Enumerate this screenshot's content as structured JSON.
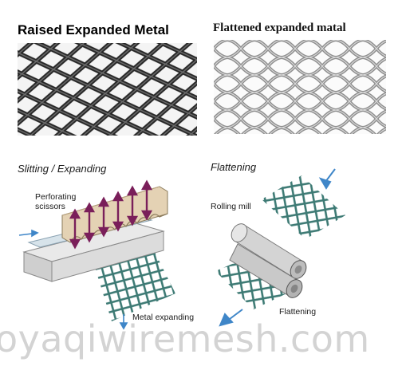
{
  "top_left": {
    "title": "Raised Expanded Metal"
  },
  "top_right": {
    "title": "Flattened expanded matal"
  },
  "bottom_left": {
    "title": "Slitting / Expanding",
    "label_perforating": "Perforating",
    "label_scissors": "scissors",
    "label_metal_expanding": "Metal expanding"
  },
  "bottom_right": {
    "title": "Flattening",
    "label_rolling_mill": "Rolling mill",
    "label_flattening": "Flattening"
  },
  "watermark": "oyaqiwiremesh.com",
  "colors": {
    "mesh_dark": "#2b2b2b",
    "mesh_flat": "#9a9a9a",
    "mesh_teal": "#3d7a74",
    "arrow_purple": "#7a1f5a",
    "arrow_blue": "#3f86c8"
  }
}
